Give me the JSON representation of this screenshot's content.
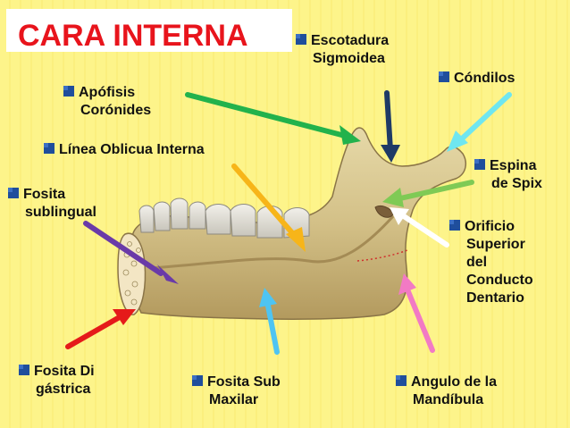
{
  "slide": {
    "title": "CARA INTERNA",
    "labels": {
      "escotadura": [
        "Escotadura",
        "Sigmoidea"
      ],
      "condilos": [
        "Cóndilos"
      ],
      "apofisis": [
        "Apófisis",
        "Corónides"
      ],
      "linea": [
        "Línea Oblicua Interna"
      ],
      "espina": [
        "Espina",
        "de Spix"
      ],
      "fosita_sublingual": [
        "Fosita",
        "sublingual"
      ],
      "orificio": [
        "Orificio",
        "Superior",
        "del",
        "Conducto",
        "Dentario"
      ],
      "fosita_digastrica": [
        "Fosita Di",
        "gástrica"
      ],
      "fosita_submaxilar": [
        "Fosita Sub",
        "Maxilar"
      ],
      "angulo": [
        "Angulo de la",
        "Mandíbula"
      ]
    },
    "icons": {
      "bullet": "checkbox-bullet-icon"
    },
    "colors": {
      "background": "#fdf48a",
      "title": "#e8141c",
      "bullet": "#1f4e9c",
      "arrow_escotadura": "#1f3a66",
      "arrow_condilos": "#6fe6f0",
      "arrow_apofisis": "#22b24c",
      "arrow_linea": "#f7b519",
      "arrow_espina": "#7fca55",
      "arrow_sublingual": "#6a3aa8",
      "arrow_orificio": "#ffffff",
      "arrow_digastrica": "#e51a1a",
      "arrow_submaxilar": "#4ec4f2",
      "arrow_angulo": "#f27ac4"
    }
  }
}
